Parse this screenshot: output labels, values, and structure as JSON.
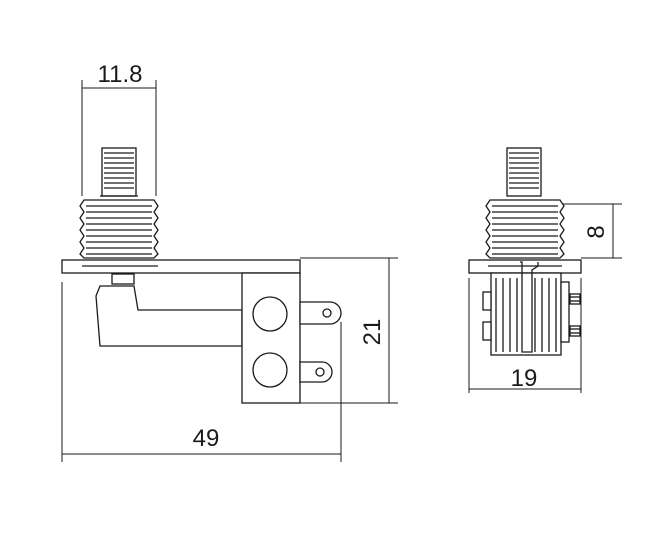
{
  "dimensions": {
    "bushing_width": "11.8",
    "thread_height": "8",
    "body_height": "21",
    "overall_length": "49",
    "side_width": "19"
  },
  "colors": {
    "line": "#1a1a1a",
    "background": "#ffffff"
  }
}
